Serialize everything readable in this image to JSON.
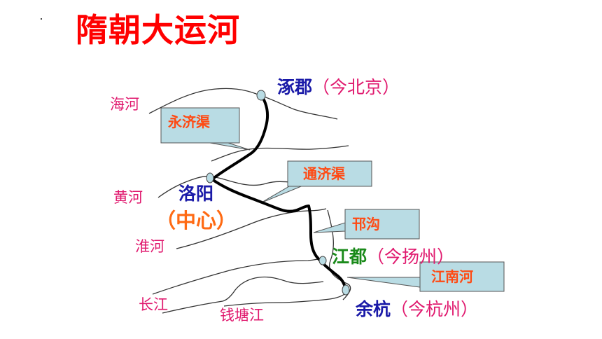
{
  "title": "隋朝大运河",
  "colors": {
    "title": "#ff0000",
    "river_label": "#e0196e",
    "city_blue": "#1a1aa8",
    "city_green": "#1a8a1a",
    "city_paren_red": "#e0196e",
    "center_orange": "#ff6a13",
    "callout_text": "#ff4a13",
    "callout_fill": "#b9dce4",
    "canal": "#000000",
    "coast": "#333333"
  },
  "rivers": {
    "hai": "海河",
    "huang": "黄河",
    "huai": "淮河",
    "chang": "长江",
    "qiantang": "钱塘江"
  },
  "cities": {
    "zhuojun": {
      "name": "涿郡",
      "paren": "（今北京）"
    },
    "luoyang": {
      "name": "洛阳",
      "center": "（中心）"
    },
    "jiangdu": {
      "name": "江都",
      "paren": "（今扬州）"
    },
    "yuhang": {
      "name": "余杭",
      "paren": "（今杭州）"
    }
  },
  "canals": {
    "yongji": "永济渠",
    "tongji": "通济渠",
    "hangou": "邗沟",
    "jiangnan": "江南河"
  }
}
